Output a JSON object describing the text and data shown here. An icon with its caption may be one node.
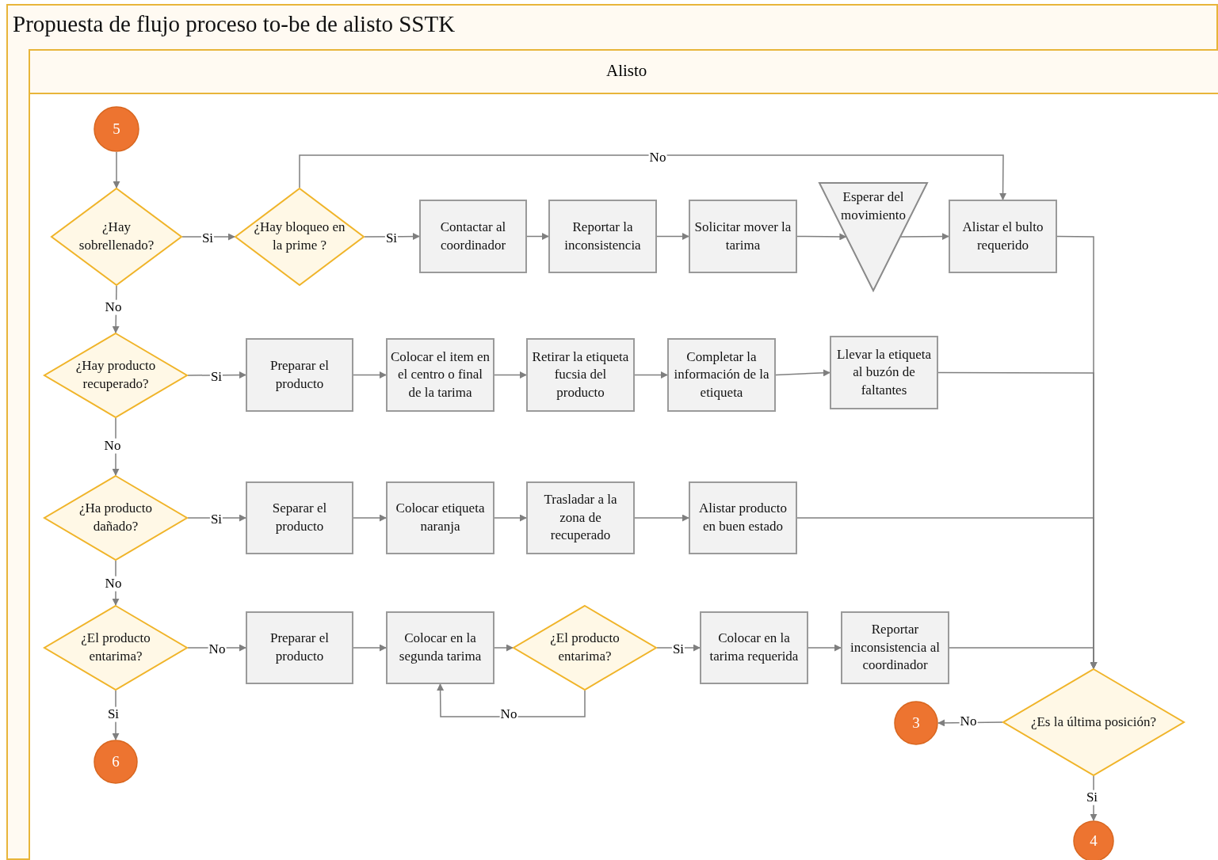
{
  "diagram": {
    "title": "Propuesta de flujo proceso to-be de alisto SSTK",
    "nodes": [
      {
        "text": [
          "Alisto"
        ]
      },
      {
        "text": [
          "5"
        ],
        "in": 0
      },
      {
        "text": [
          "¿Hay sobrellenado?"
        ],
        "in": 0
      },
      {
        "text": [
          "¿Hay bloqueo en la prime ?"
        ],
        "in": 0
      },
      {
        "text": [
          "Contactar al coordinador"
        ],
        "in": 0
      },
      {
        "text": [
          "Reportar la inconsistencia"
        ],
        "in": 0
      },
      {
        "text": [
          "Solicitar mover la tarima"
        ],
        "in": 0
      },
      {
        "text": [
          "Esperar del movimiento"
        ],
        "in": 0
      },
      {
        "text": [
          "Alistar el bulto requerido"
        ],
        "in": 0
      },
      {
        "text": [
          "¿Hay producto recuperado?"
        ],
        "in": 0
      },
      {
        "text": [
          "Preparar el producto"
        ],
        "in": 0
      },
      {
        "text": [
          "Colocar el item en el centro o final de la tarima"
        ],
        "in": 0
      },
      {
        "text": [
          "Retirar la etiqueta fucsia del producto"
        ],
        "in": 0
      },
      {
        "text": [
          "Completar la información de la etiqueta"
        ],
        "in": 0
      },
      {
        "text": [
          "Llevar la etiqueta al buzón de faltantes"
        ],
        "in": 0
      },
      {
        "text": [
          "¿Ha producto dañado?"
        ],
        "in": 0
      },
      {
        "text": [
          "Separar el producto"
        ],
        "in": 0
      },
      {
        "text": [
          "Colocar etiqueta naranja"
        ],
        "in": 0
      },
      {
        "text": [
          "Trasladar a la zona de recuperado"
        ],
        "in": 0
      },
      {
        "text": [
          "Alistar producto en buen estado"
        ],
        "in": 0
      },
      {
        "text": [
          "¿El producto entarima?"
        ],
        "in": 0
      },
      {
        "text": [
          "Preparar el producto"
        ],
        "in": 0
      },
      {
        "text": [
          "Colocar en la segunda tarima"
        ],
        "in": 0
      },
      {
        "text": [
          "¿El producto entarima?"
        ],
        "in": 0
      },
      {
        "text": [
          "Colocar en la tarima requerida"
        ],
        "in": 0
      },
      {
        "text": [
          "Reportar inconsistencia al coordinador"
        ],
        "in": 0
      },
      {
        "text": [
          "¿Es la última posición?"
        ],
        "in": 0
      },
      {
        "text": [
          "3"
        ],
        "in": 0
      },
      {
        "text": [
          "4"
        ],
        "in": 0
      },
      {
        "text": [
          "6"
        ],
        "in": 0
      }
    ],
    "edges": [
      {
        "from": 1,
        "to": 2,
        "arrow": "to"
      },
      {
        "from": 2,
        "to": 3,
        "arrow": "to",
        "label": "Si"
      },
      {
        "from": 3,
        "to": 4,
        "arrow": "to",
        "label": "Si"
      },
      {
        "from": 3,
        "to": 8,
        "arrow": "to",
        "label": "No"
      },
      {
        "from": 4,
        "to": 5,
        "arrow": "to"
      },
      {
        "from": 5,
        "to": 6,
        "arrow": "to"
      },
      {
        "from": 6,
        "to": 7,
        "arrow": "to"
      },
      {
        "from": 7,
        "to": 8,
        "arrow": "to"
      },
      {
        "from": 8,
        "to": 26,
        "arrow": "to"
      },
      {
        "from": 2,
        "to": 9,
        "arrow": "to",
        "label": "No"
      },
      {
        "from": 9,
        "to": 10,
        "arrow": "to",
        "label": "Si"
      },
      {
        "from": 10,
        "to": 11,
        "arrow": "to"
      },
      {
        "from": 11,
        "to": 12,
        "arrow": "to"
      },
      {
        "from": 12,
        "to": 13,
        "arrow": "to"
      },
      {
        "from": 13,
        "to": 14,
        "arrow": "to"
      },
      {
        "from": 14,
        "to": 26,
        "arrow": "to"
      },
      {
        "from": 9,
        "to": 15,
        "arrow": "to",
        "label": "No"
      },
      {
        "from": 15,
        "to": 16,
        "arrow": "to",
        "label": "Si"
      },
      {
        "from": 16,
        "to": 17,
        "arrow": "to"
      },
      {
        "from": 17,
        "to": 18,
        "arrow": "to"
      },
      {
        "from": 18,
        "to": 19,
        "arrow": "to"
      },
      {
        "from": 19,
        "to": 26,
        "arrow": "to"
      },
      {
        "from": 15,
        "to": 20,
        "arrow": "to",
        "label": "No"
      },
      {
        "from": 20,
        "to": 21,
        "arrow": "to",
        "label": "No"
      },
      {
        "from": 21,
        "to": 22,
        "arrow": "to"
      },
      {
        "from": 22,
        "to": 23,
        "arrow": "to"
      },
      {
        "from": 23,
        "to": 24,
        "arrow": "to",
        "label": "Si"
      },
      {
        "from": 23,
        "to": 22,
        "arrow": "to",
        "label": "No"
      },
      {
        "from": 24,
        "to": 25,
        "arrow": "to"
      },
      {
        "from": 25,
        "to": 26,
        "arrow": "to"
      },
      {
        "from": 20,
        "to": 29,
        "arrow": "to",
        "label": "Si"
      },
      {
        "from": 26,
        "to": 27,
        "arrow": "to",
        "label": "No"
      },
      {
        "from": 26,
        "to": 28,
        "arrow": "to",
        "label": "Si"
      }
    ]
  }
}
